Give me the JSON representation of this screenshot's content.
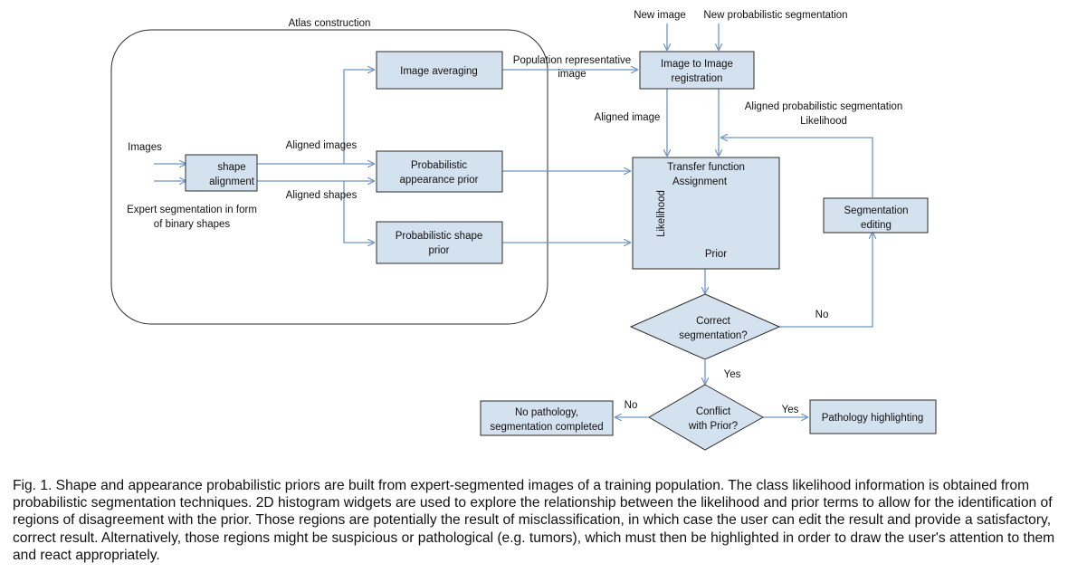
{
  "diagram": {
    "atlas_title": "Atlas construction",
    "inputs": {
      "new_image": "New image",
      "new_prob_seg": "New probabilistic segmentation",
      "images": "Images",
      "expert_seg": [
        "Expert segmentation in form",
        "of binary shapes"
      ]
    },
    "boxes": {
      "shape_alignment": [
        "shape",
        "alignment"
      ],
      "image_averaging": [
        "Image averaging"
      ],
      "appearance_prior": [
        "Probabilistic",
        "appearance prior"
      ],
      "shape_prior": [
        "Probabilistic shape",
        "prior"
      ],
      "registration": [
        "Image to Image",
        "registration"
      ],
      "transfer": [
        "Transfer function",
        "Assignment"
      ],
      "transfer_likelihood": "Likelihood",
      "transfer_prior": "Prior",
      "seg_editing": [
        "Segmentation",
        "editing"
      ],
      "no_pathology": [
        "No pathology,",
        "segmentation completed"
      ],
      "pathology_highlighting": [
        "Pathology highlighting"
      ]
    },
    "decisions": {
      "correct_seg": [
        "Correct",
        "segmentation?"
      ],
      "conflict": [
        "Conflict",
        "with Prior?"
      ]
    },
    "edge_labels": {
      "aligned_images": "Aligned images",
      "aligned_shapes": "Aligned shapes",
      "pop_rep": [
        "Population representative",
        "image"
      ],
      "aligned_image": "Aligned image",
      "aligned_prob_seg": [
        "Aligned probabilistic segmentation",
        "Likelihood"
      ],
      "no_1": "No",
      "yes_1": "Yes",
      "no_2": "No",
      "yes_2": "Yes"
    },
    "colors": {
      "box_fill": "#d4e1ee",
      "arrow": "#6d96c3",
      "outline": "#2b2b2b"
    }
  },
  "caption": "Fig. 1.  Shape and appearance probabilistic priors are built from expert-segmented images of a training population. The class likelihood information is obtained from probabilistic segmentation techniques. 2D histogram widgets are used to explore the relationship between the likelihood and prior terms to allow for the identification of regions of disagreement with the prior. Those regions are potentially the result of misclassification, in which case the user can edit the result and provide a satisfactory, correct result. Alternatively, those regions might be suspicious or pathological (e.g. tumors), which must then be highlighted in order to draw the user's attention to them and react appropriately."
}
